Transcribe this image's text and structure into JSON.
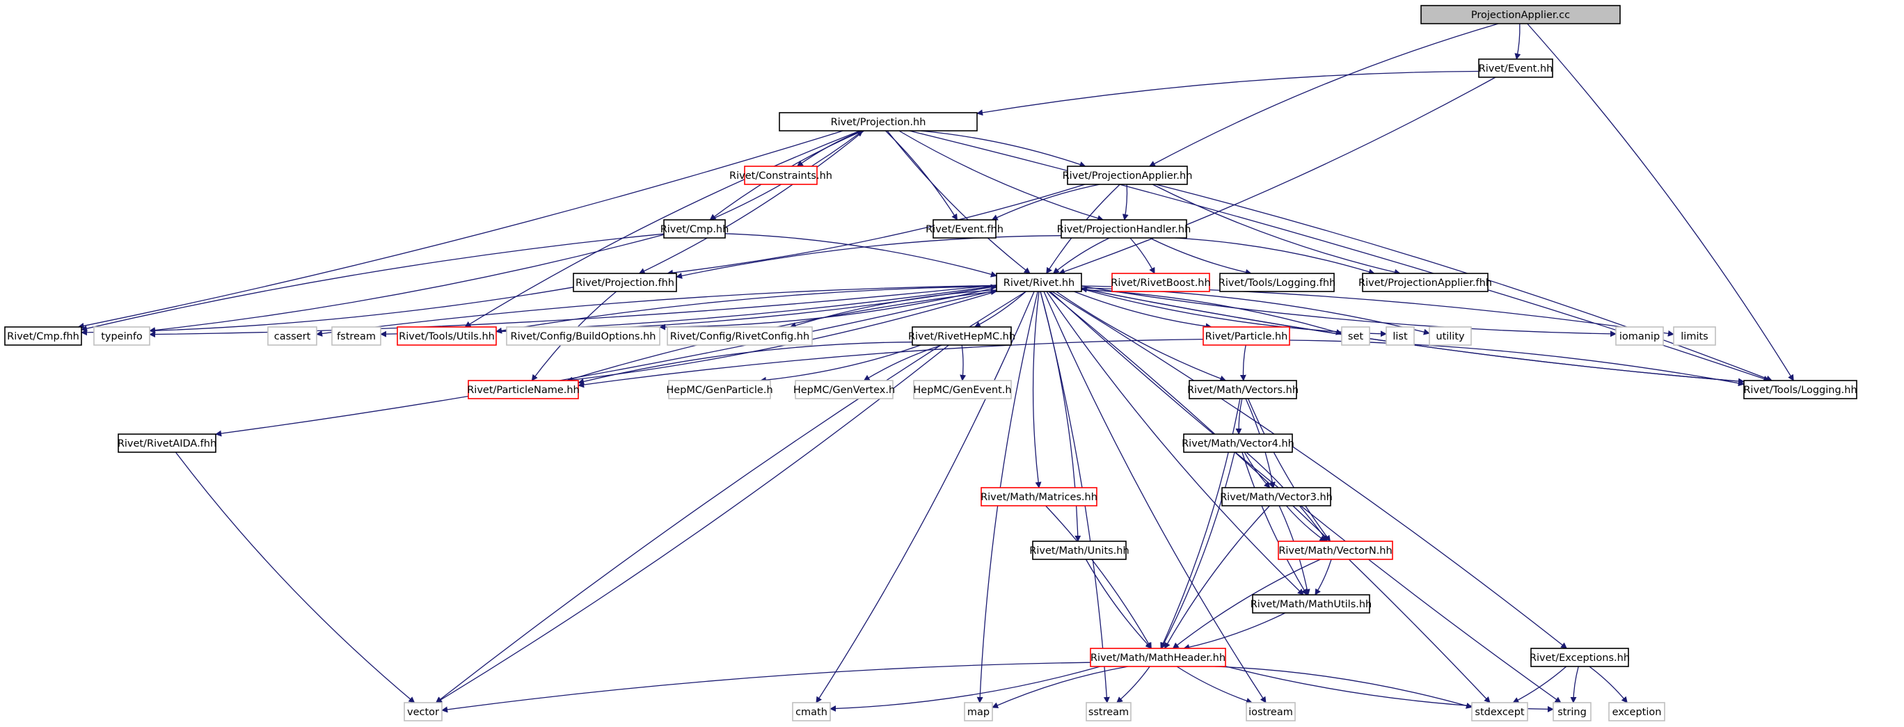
{
  "colors": {
    "edge": "#191970",
    "node_border_documented": "#000000",
    "node_border_undocumented": "#ff0000",
    "node_border_external": "#bfbfbf",
    "root_fill": "#bfbfbf",
    "node_fill": "#ffffff"
  },
  "nodes": [
    {
      "id": "root",
      "label": "ProjectionApplier.cc",
      "kind": "root"
    },
    {
      "id": "event_hh",
      "label": "Rivet/Event.hh",
      "kind": "documented"
    },
    {
      "id": "projection_hh",
      "label": "Rivet/Projection.hh",
      "kind": "documented"
    },
    {
      "id": "constraints_hh",
      "label": "Rivet/Constraints.hh",
      "kind": "undocumented"
    },
    {
      "id": "projapplier_hh",
      "label": "Rivet/ProjectionApplier.hh",
      "kind": "documented"
    },
    {
      "id": "cmp_hh",
      "label": "Rivet/Cmp.hh",
      "kind": "documented"
    },
    {
      "id": "event_fhh",
      "label": "Rivet/Event.fhh",
      "kind": "documented"
    },
    {
      "id": "projhandler_hh",
      "label": "Rivet/ProjectionHandler.hh",
      "kind": "documented"
    },
    {
      "id": "projection_fhh",
      "label": "Rivet/Projection.fhh",
      "kind": "documented"
    },
    {
      "id": "rivet_hh",
      "label": "Rivet/Rivet.hh",
      "kind": "documented"
    },
    {
      "id": "rivetboost_hh",
      "label": "Rivet/RivetBoost.hh",
      "kind": "undocumented"
    },
    {
      "id": "logging_fhh",
      "label": "Rivet/Tools/Logging.fhh",
      "kind": "documented"
    },
    {
      "id": "projapplier_fhh",
      "label": "Rivet/ProjectionApplier.fhh",
      "kind": "documented"
    },
    {
      "id": "cmp_fhh",
      "label": "Rivet/Cmp.fhh",
      "kind": "documented"
    },
    {
      "id": "typeinfo",
      "label": "typeinfo",
      "kind": "external"
    },
    {
      "id": "cassert",
      "label": "cassert",
      "kind": "external"
    },
    {
      "id": "fstream",
      "label": "fstream",
      "kind": "external"
    },
    {
      "id": "utils_hh",
      "label": "Rivet/Tools/Utils.hh",
      "kind": "undocumented"
    },
    {
      "id": "buildopts_hh",
      "label": "Rivet/Config/BuildOptions.hh",
      "kind": "external"
    },
    {
      "id": "rivetconfig_hh",
      "label": "Rivet/Config/RivetConfig.hh",
      "kind": "external"
    },
    {
      "id": "rivethepmc_hh",
      "label": "Rivet/RivetHepMC.hh",
      "kind": "documented"
    },
    {
      "id": "particle_hh",
      "label": "Rivet/Particle.hh",
      "kind": "undocumented"
    },
    {
      "id": "set",
      "label": "set",
      "kind": "external"
    },
    {
      "id": "list",
      "label": "list",
      "kind": "external"
    },
    {
      "id": "utility",
      "label": "utility",
      "kind": "external"
    },
    {
      "id": "iomanip",
      "label": "iomanip",
      "kind": "external"
    },
    {
      "id": "limits",
      "label": "limits",
      "kind": "external"
    },
    {
      "id": "logging_hh",
      "label": "Rivet/Tools/Logging.hh",
      "kind": "documented"
    },
    {
      "id": "particlename_hh",
      "label": "Rivet/ParticleName.hh",
      "kind": "undocumented"
    },
    {
      "id": "genparticle_h",
      "label": "HepMC/GenParticle.h",
      "kind": "external"
    },
    {
      "id": "genvertex_h",
      "label": "HepMC/GenVertex.h",
      "kind": "external"
    },
    {
      "id": "genevent_h",
      "label": "HepMC/GenEvent.h",
      "kind": "external"
    },
    {
      "id": "vectors_hh",
      "label": "Rivet/Math/Vectors.hh",
      "kind": "documented"
    },
    {
      "id": "rivetaida_fhh",
      "label": "Rivet/RivetAIDA.fhh",
      "kind": "documented"
    },
    {
      "id": "vector4_hh",
      "label": "Rivet/Math/Vector4.hh",
      "kind": "documented"
    },
    {
      "id": "matrices_hh",
      "label": "Rivet/Math/Matrices.hh",
      "kind": "undocumented"
    },
    {
      "id": "vector3_hh",
      "label": "Rivet/Math/Vector3.hh",
      "kind": "documented"
    },
    {
      "id": "units_hh",
      "label": "Rivet/Math/Units.hh",
      "kind": "documented"
    },
    {
      "id": "vectorn_hh",
      "label": "Rivet/Math/VectorN.hh",
      "kind": "undocumented"
    },
    {
      "id": "mathutils_hh",
      "label": "Rivet/Math/MathUtils.hh",
      "kind": "documented"
    },
    {
      "id": "mathheader_hh",
      "label": "Rivet/Math/MathHeader.hh",
      "kind": "undocumented"
    },
    {
      "id": "exceptions_hh",
      "label": "Rivet/Exceptions.hh",
      "kind": "documented"
    },
    {
      "id": "vector",
      "label": "vector",
      "kind": "external"
    },
    {
      "id": "cmath",
      "label": "cmath",
      "kind": "external"
    },
    {
      "id": "map",
      "label": "map",
      "kind": "external"
    },
    {
      "id": "sstream",
      "label": "sstream",
      "kind": "external"
    },
    {
      "id": "iostream",
      "label": "iostream",
      "kind": "external"
    },
    {
      "id": "stdexcept",
      "label": "stdexcept",
      "kind": "external"
    },
    {
      "id": "string",
      "label": "string",
      "kind": "external"
    },
    {
      "id": "exception",
      "label": "exception",
      "kind": "external"
    }
  ],
  "edges": [
    [
      "root",
      "event_hh"
    ],
    [
      "root",
      "projapplier_hh"
    ],
    [
      "root",
      "logging_hh"
    ],
    [
      "event_hh",
      "projection_hh"
    ],
    [
      "event_hh",
      "rivet_hh"
    ],
    [
      "projection_hh",
      "constraints_hh"
    ],
    [
      "projection_hh",
      "projapplier_hh"
    ],
    [
      "projection_hh",
      "cmp_hh"
    ],
    [
      "projection_hh",
      "event_fhh"
    ],
    [
      "projection_hh",
      "projhandler_hh"
    ],
    [
      "projection_hh",
      "projection_fhh"
    ],
    [
      "projection_hh",
      "rivet_hh"
    ],
    [
      "projection_hh",
      "cmp_fhh"
    ],
    [
      "projection_hh",
      "utils_hh"
    ],
    [
      "projection_hh",
      "logging_hh"
    ],
    [
      "projapplier_hh",
      "event_fhh"
    ],
    [
      "projapplier_hh",
      "projhandler_hh"
    ],
    [
      "projapplier_hh",
      "rivet_hh"
    ],
    [
      "projapplier_hh",
      "projection_fhh"
    ],
    [
      "projapplier_hh",
      "projapplier_fhh"
    ],
    [
      "projapplier_hh",
      "logging_hh"
    ],
    [
      "cmp_hh",
      "projection_hh"
    ],
    [
      "cmp_hh",
      "rivet_hh"
    ],
    [
      "cmp_hh",
      "cmp_fhh"
    ],
    [
      "cmp_hh",
      "typeinfo"
    ],
    [
      "projhandler_hh",
      "rivet_hh"
    ],
    [
      "projhandler_hh",
      "rivetboost_hh"
    ],
    [
      "projhandler_hh",
      "logging_fhh"
    ],
    [
      "projhandler_hh",
      "projapplier_fhh"
    ],
    [
      "projhandler_hh",
      "projection_fhh"
    ],
    [
      "projection_fhh",
      "cmp_fhh"
    ],
    [
      "projection_fhh",
      "particlename_hh"
    ],
    [
      "rivet_hh",
      "typeinfo"
    ],
    [
      "rivet_hh",
      "cassert"
    ],
    [
      "rivet_hh",
      "fstream"
    ],
    [
      "rivet_hh",
      "utils_hh"
    ],
    [
      "rivet_hh",
      "buildopts_hh"
    ],
    [
      "rivet_hh",
      "rivetconfig_hh"
    ],
    [
      "rivet_hh",
      "rivethepmc_hh"
    ],
    [
      "rivet_hh",
      "particle_hh"
    ],
    [
      "rivet_hh",
      "set"
    ],
    [
      "rivet_hh",
      "list"
    ],
    [
      "rivet_hh",
      "utility"
    ],
    [
      "rivet_hh",
      "iomanip"
    ],
    [
      "rivet_hh",
      "limits"
    ],
    [
      "rivet_hh",
      "logging_hh"
    ],
    [
      "rivet_hh",
      "particlename_hh"
    ],
    [
      "rivet_hh",
      "vectors_hh"
    ],
    [
      "rivet_hh",
      "rivetaida_fhh"
    ],
    [
      "rivet_hh",
      "matrices_hh"
    ],
    [
      "rivet_hh",
      "units_hh"
    ],
    [
      "rivet_hh",
      "mathutils_hh"
    ],
    [
      "rivet_hh",
      "exceptions_hh"
    ],
    [
      "rivet_hh",
      "vector"
    ],
    [
      "rivet_hh",
      "cmath"
    ],
    [
      "rivet_hh",
      "map"
    ],
    [
      "rivet_hh",
      "sstream"
    ],
    [
      "rivet_hh",
      "iostream"
    ],
    [
      "rivet_hh",
      "stdexcept"
    ],
    [
      "rivet_hh",
      "string"
    ],
    [
      "rivethepmc_hh",
      "genparticle_h"
    ],
    [
      "rivethepmc_hh",
      "genvertex_h"
    ],
    [
      "rivethepmc_hh",
      "genevent_h"
    ],
    [
      "rivethepmc_hh",
      "particlename_hh"
    ],
    [
      "rivethepmc_hh",
      "vector"
    ],
    [
      "particle_hh",
      "vectors_hh"
    ],
    [
      "particle_hh",
      "logging_hh"
    ],
    [
      "particle_hh",
      "particlename_hh"
    ],
    [
      "particlename_hh",
      "rivet_hh"
    ],
    [
      "vectors_hh",
      "vector4_hh"
    ],
    [
      "vectors_hh",
      "vector3_hh"
    ],
    [
      "vectors_hh",
      "vectorn_hh"
    ],
    [
      "vectors_hh",
      "mathheader_hh"
    ],
    [
      "vector4_hh",
      "vector3_hh"
    ],
    [
      "vector4_hh",
      "vectorn_hh"
    ],
    [
      "vector4_hh",
      "mathutils_hh"
    ],
    [
      "vector4_hh",
      "mathheader_hh"
    ],
    [
      "vector3_hh",
      "vectorn_hh"
    ],
    [
      "vector3_hh",
      "mathutils_hh"
    ],
    [
      "vector3_hh",
      "mathheader_hh"
    ],
    [
      "vectorn_hh",
      "mathutils_hh"
    ],
    [
      "vectorn_hh",
      "mathheader_hh"
    ],
    [
      "mathutils_hh",
      "mathheader_hh"
    ],
    [
      "units_hh",
      "mathheader_hh"
    ],
    [
      "matrices_hh",
      "mathheader_hh"
    ],
    [
      "mathheader_hh",
      "vector"
    ],
    [
      "mathheader_hh",
      "cmath"
    ],
    [
      "mathheader_hh",
      "map"
    ],
    [
      "mathheader_hh",
      "sstream"
    ],
    [
      "mathheader_hh",
      "iostream"
    ],
    [
      "mathheader_hh",
      "stdexcept"
    ],
    [
      "mathheader_hh",
      "string"
    ],
    [
      "exceptions_hh",
      "stdexcept"
    ],
    [
      "exceptions_hh",
      "string"
    ],
    [
      "exceptions_hh",
      "exception"
    ],
    [
      "rivetaida_fhh",
      "vector"
    ],
    [
      "logging_hh",
      "rivet_hh"
    ],
    [
      "utils_hh",
      "rivet_hh"
    ]
  ]
}
